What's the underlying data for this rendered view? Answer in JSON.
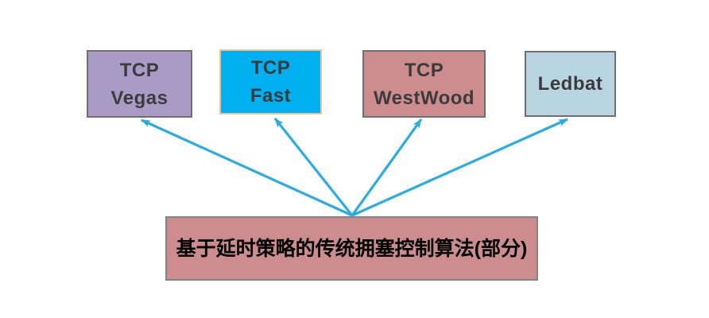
{
  "diagram": {
    "nodes": {
      "vegas": {
        "line1": "TCP",
        "line2": "Vegas"
      },
      "fast": {
        "line1": "TCP",
        "line2": "Fast"
      },
      "westwood": {
        "line1": "TCP",
        "line2": "WestWood"
      },
      "ledbat": {
        "line1": "Ledbat"
      },
      "bottom": {
        "label": "基于延时策略的传统拥塞控制算法(部分)"
      }
    },
    "colors": {
      "arrow": "#29ace4",
      "vegas_fill": "#a89cc6",
      "vegas_border": "#6f6f6f",
      "fast_fill": "#00b0f0",
      "fast_border": "#f2c291",
      "westwood_fill": "#cd8c8d",
      "westwood_border": "#6f6f6f",
      "ledbat_fill": "#b9d5e1",
      "ledbat_border": "#6f6f6f",
      "bottom_fill": "#cd8c8d",
      "bottom_border": "#858585",
      "label_text": "#3b3b3b",
      "bottom_text": "#000000"
    }
  }
}
